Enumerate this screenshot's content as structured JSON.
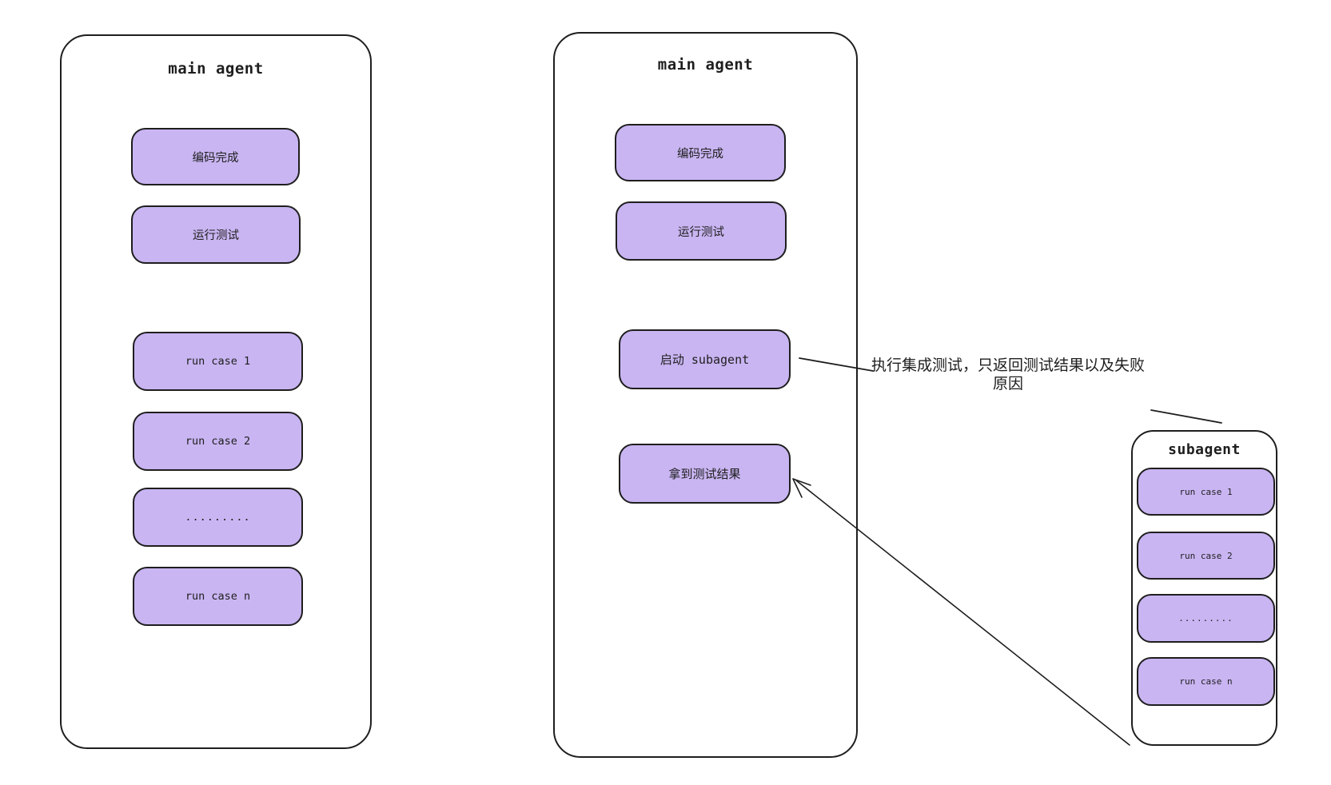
{
  "colors": {
    "background": "#ffffff",
    "stroke": "#1e1e1e",
    "pill_fill": "#c9b5f2"
  },
  "panel_left": {
    "title": "main agent",
    "boxes": [
      "编码完成",
      "运行测试",
      "run case 1",
      "run case 2",
      ".........",
      "run case n"
    ]
  },
  "panel_right": {
    "title": "main agent",
    "boxes": [
      "编码完成",
      "运行测试",
      "启动 subagent",
      "拿到测试结果"
    ]
  },
  "subagent_panel": {
    "title": "subagent",
    "boxes": [
      "run case 1",
      "run case 2",
      ".........",
      "run case n"
    ]
  },
  "annotation": {
    "line1": "执行集成测试，只返回测试结果以及失败",
    "line2": "原因"
  }
}
